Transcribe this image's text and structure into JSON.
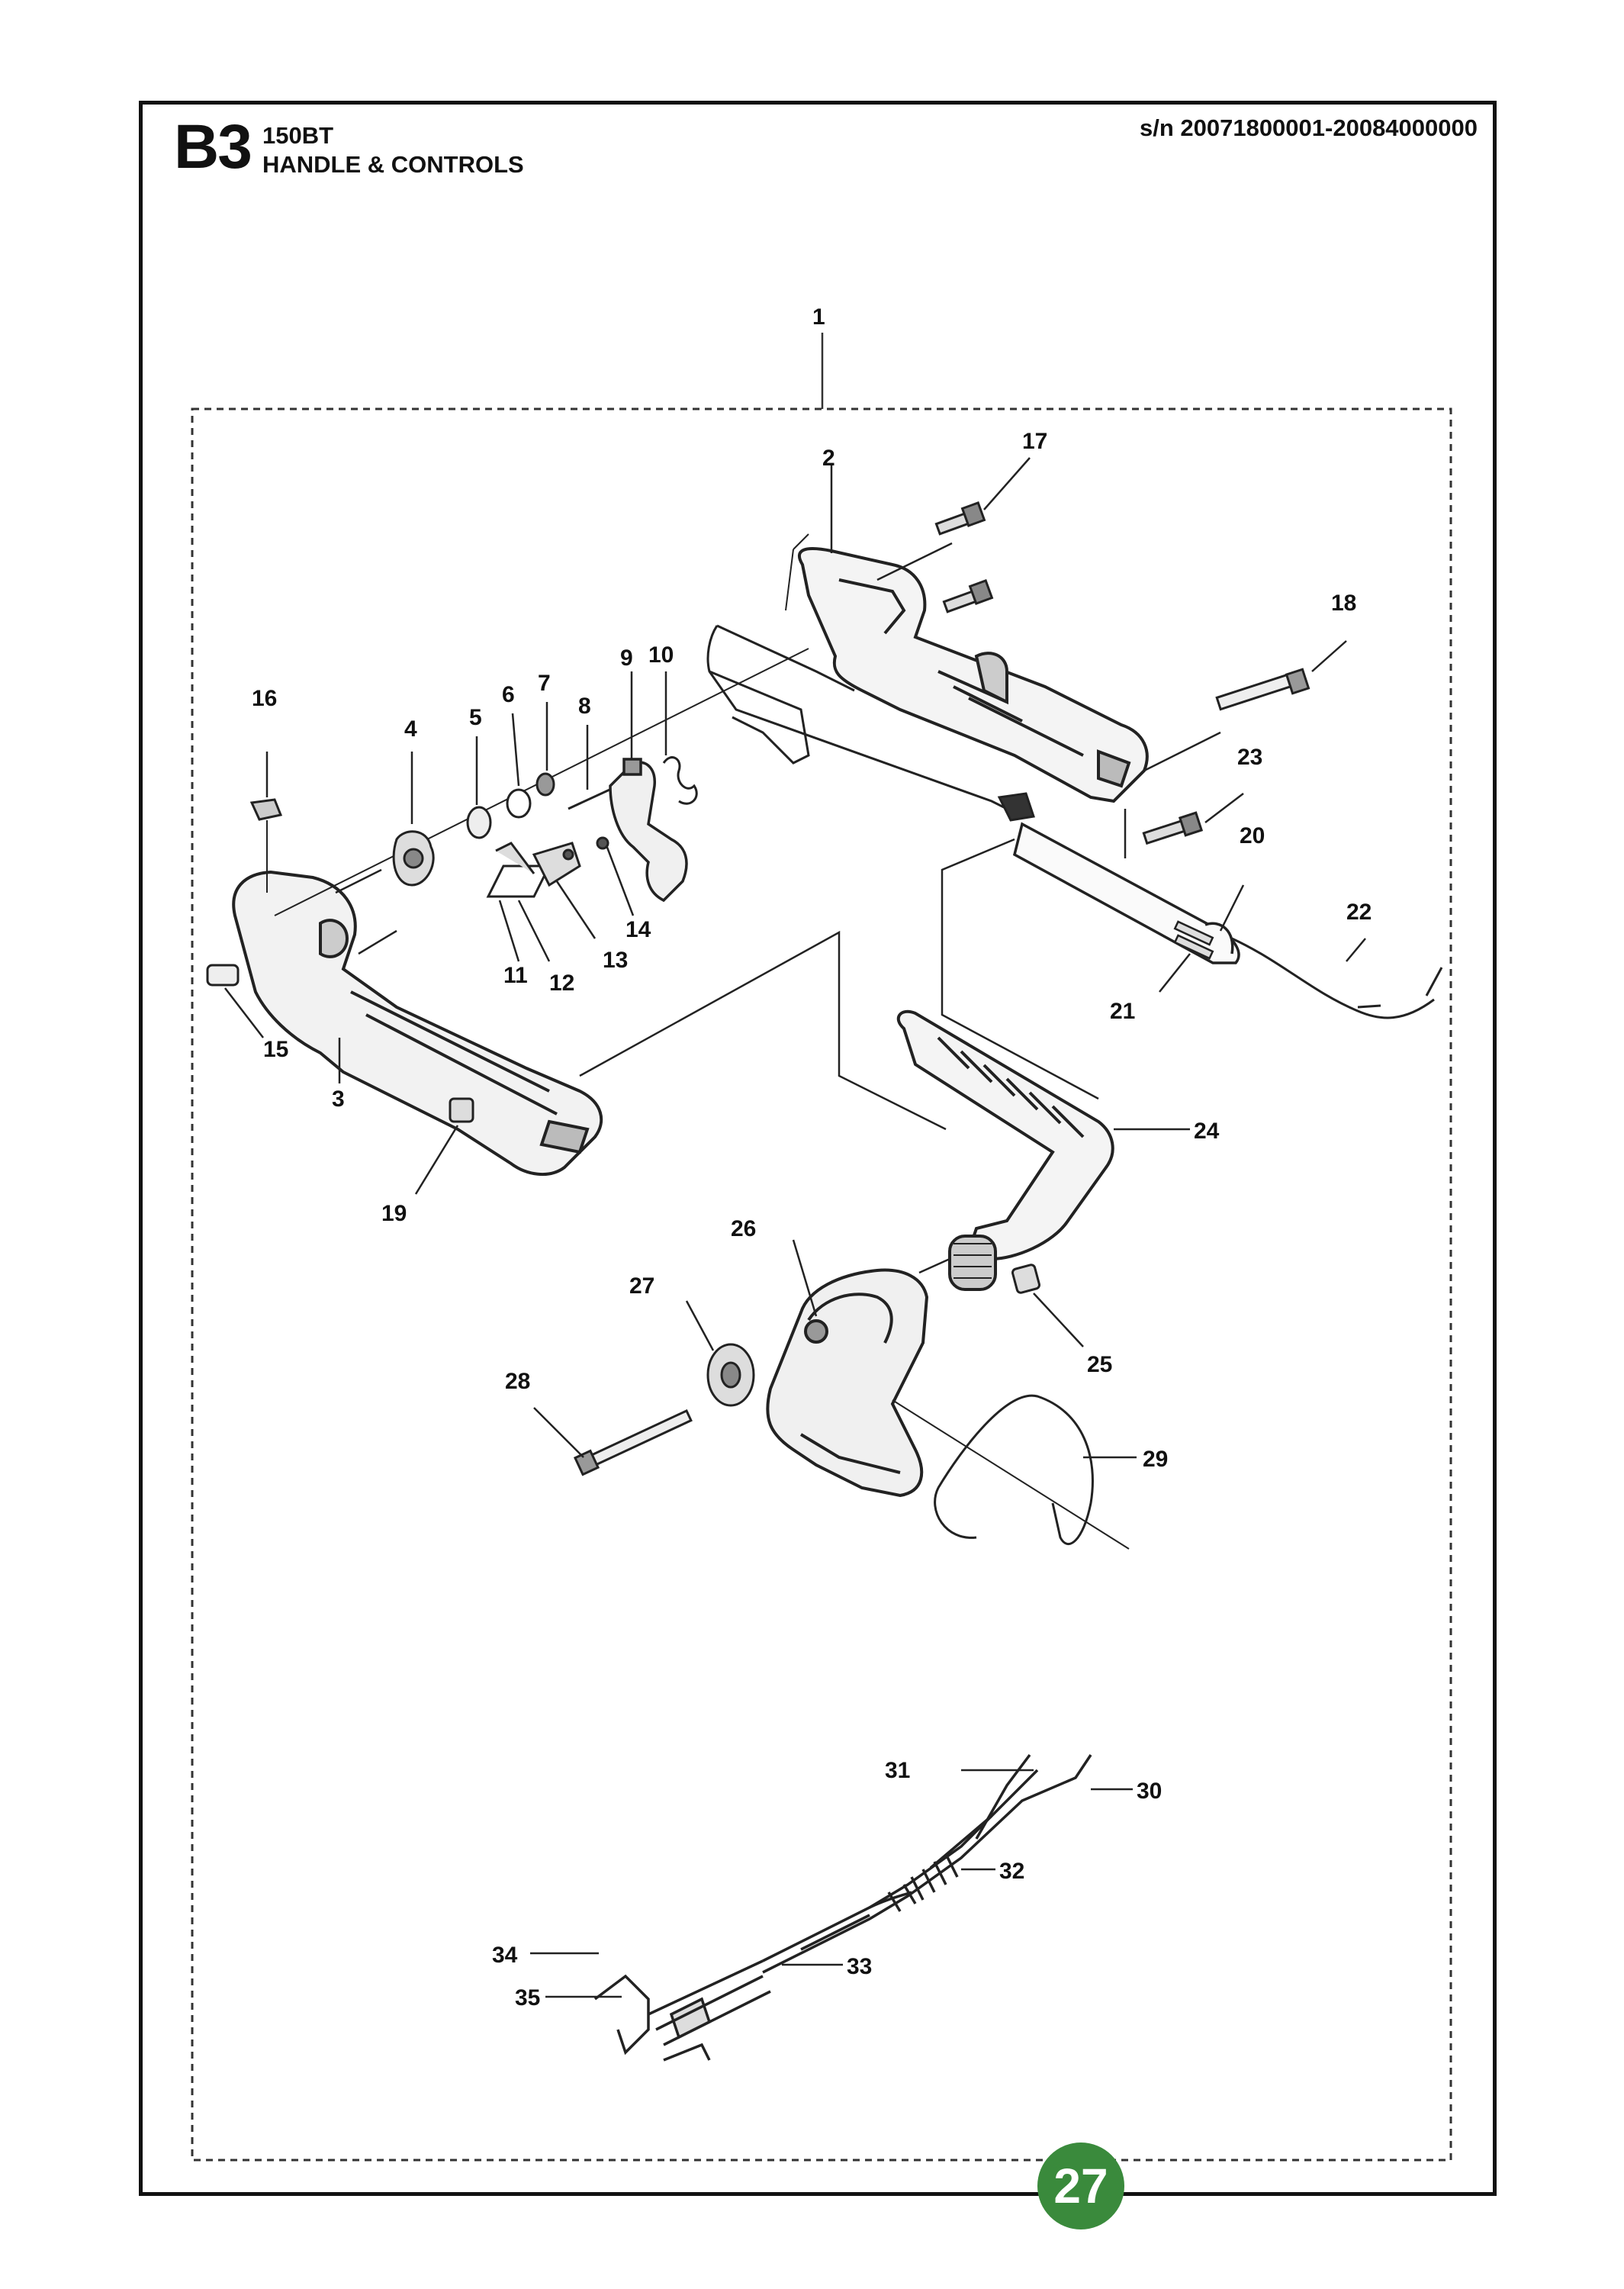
{
  "header": {
    "section_code": "B3",
    "model": "150BT",
    "title": "HANDLE & CONTROLS",
    "serial_range": "s/n 20071800001-20084000000"
  },
  "callouts": [
    "1",
    "2",
    "3",
    "4",
    "5",
    "6",
    "7",
    "8",
    "9",
    "10",
    "11",
    "12",
    "13",
    "14",
    "15",
    "16",
    "17",
    "18",
    "19",
    "20",
    "21",
    "22",
    "23",
    "24",
    "25",
    "26",
    "27",
    "28",
    "29",
    "30",
    "31",
    "32",
    "33",
    "34",
    "35"
  ],
  "page_number": "27"
}
